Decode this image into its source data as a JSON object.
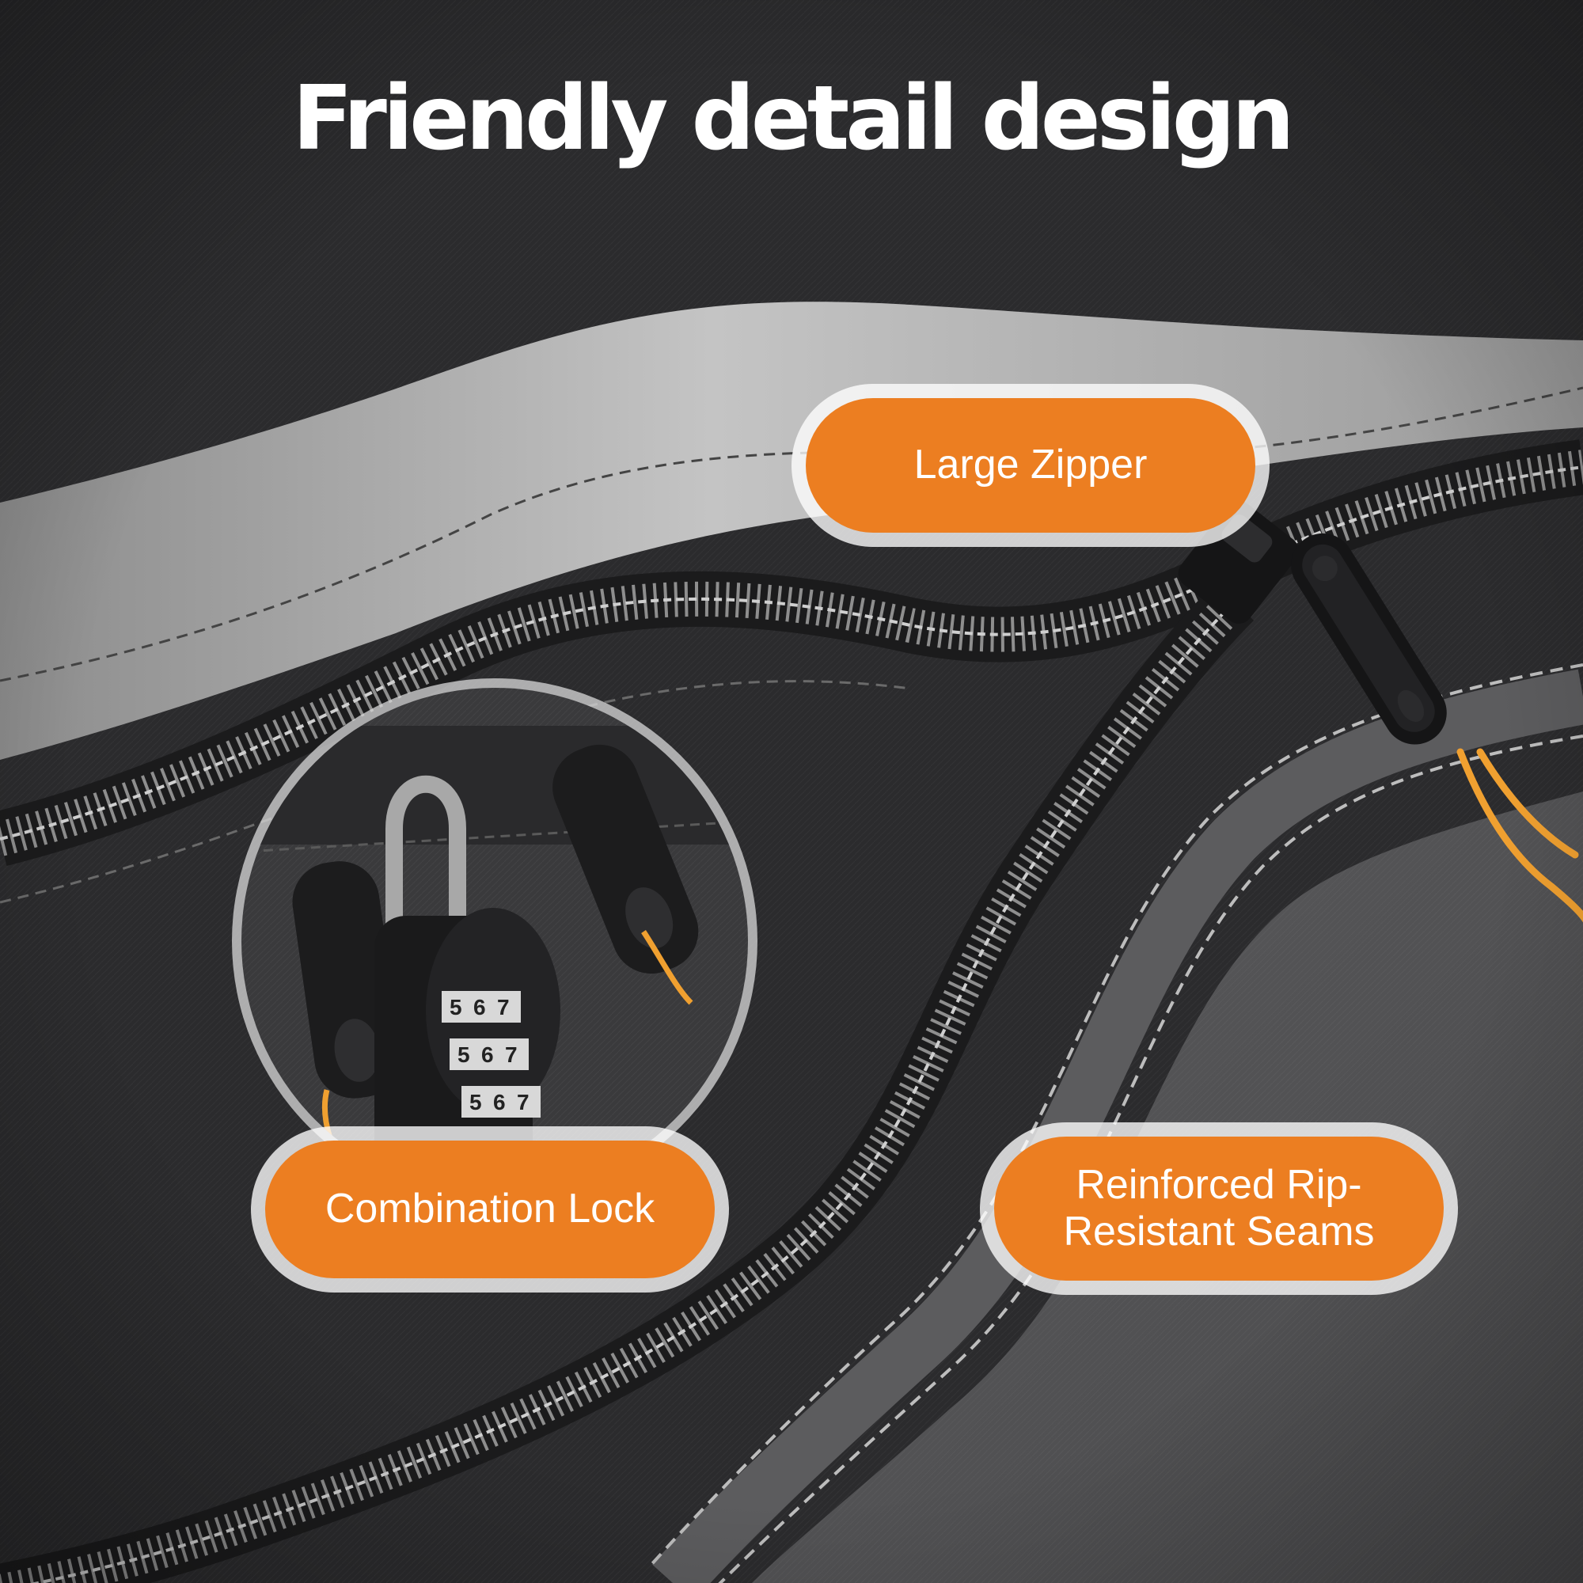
{
  "title": "Friendly detail design",
  "callouts": {
    "large_zipper": "Large Zipper",
    "combination_lock": "Combination Lock",
    "seams": "Reinforced Rip-\nResistant Seams"
  },
  "lock_dials": [
    [
      "5",
      "6",
      "7"
    ],
    [
      "5",
      "6",
      "7"
    ],
    [
      "5",
      "6",
      "7"
    ]
  ],
  "colors": {
    "accent_orange": "#ec7e21",
    "fabric_dark": "#2a2a2c",
    "reflective_band": "#b4b4b4",
    "cord_orange": "#f0a030"
  }
}
